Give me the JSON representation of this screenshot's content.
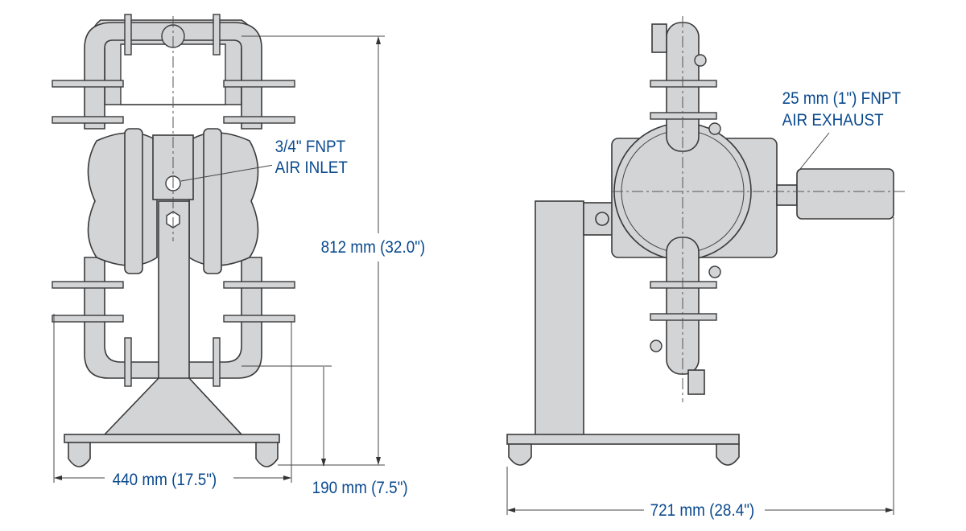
{
  "front_view": {
    "air_inlet_label_line1": "3/4\" FNPT",
    "air_inlet_label_line2": "AIR INLET",
    "height_dimension": "812 mm (32.0\")",
    "width_dimension": "440 mm (17.5\")",
    "inlet_height_dimension": "190 mm (7.5\")"
  },
  "side_view": {
    "air_exhaust_label_line1": "25 mm (1\") FNPT",
    "air_exhaust_label_line2": "AIR EXHAUST",
    "depth_dimension": "721 mm (28.4\")"
  },
  "colors": {
    "label_text": "#0b4a8e",
    "body_fill": "#d3d4d6",
    "outline": "#3a3a3a"
  }
}
